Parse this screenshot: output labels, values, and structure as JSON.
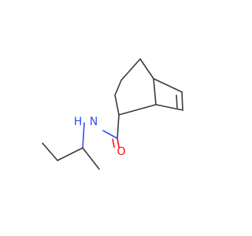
{
  "colors": {
    "carbon_bond": "#3b3b3b",
    "nitrogen": "#3050f8",
    "oxygen": "#ff0d0d",
    "background": "#ffffff"
  },
  "atoms": {
    "nitrogen": {
      "element": "N",
      "label": "N"
    },
    "nitrogen_h": {
      "element": "H",
      "label": "H"
    },
    "oxygen": {
      "element": "O",
      "label": "O"
    }
  }
}
